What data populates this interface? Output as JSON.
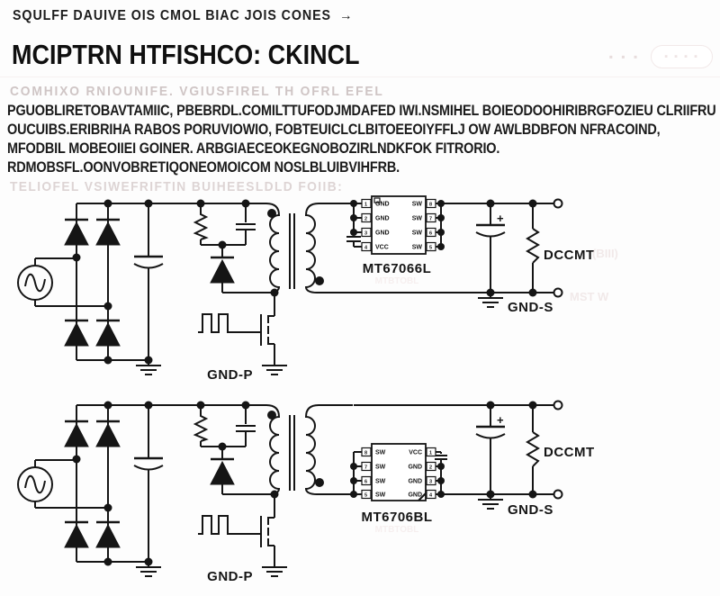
{
  "colors": {
    "ink": "#151515",
    "faint_text": "#cfc5c5",
    "ghost": "#eadddd"
  },
  "header": {
    "breadcrumb": "SQULFF DAUIVE OIS CMOL BIAC JOIS CONES",
    "breadcrumb_arrow": "→",
    "title": "MCIPTRN HTFISHCO: CKINCL",
    "subtitle": "COMHIXO RNIOUNIFE. VGIUSFIREL TH OFRL EFEL",
    "ghost_text": "▪ ▪ ▪",
    "ghost_button": "▪ ▪ ▪ ▪"
  },
  "paragraph": {
    "line1": "PGUOBLIRETOBAVTAMIIC, PBEBRDL.COMILTTUFODJMDAFED IWI.NSMIHEL BOIEODOOHIRIBRGFOZIEU CLRIIFRU",
    "line2": "OUCUIBS.ERIBRIHA RABOS PORUVIOWIO, FOBTEUICLCLBITOEEOIYFFLJ OW AWLBDBFON NFRACOIND,",
    "line3": "MFODBIL MOBEOIIEI GOINER. ARBGIAECEOKEGNOBOZIRLNDKFOK FITRORIO.",
    "line4": "RDMOBSFL.OONVOBRETIQONEOMOICOM NOSLBLUIBVIHFRB."
  },
  "note": "TELIOFEL VSIWEFRIFTIN BUIHEESLDLD FOIIB:",
  "schematic": {
    "plus_sign": "+",
    "circuits": [
      {
        "ic_label": "MT67066L",
        "left_pins": [
          {
            "num": "1",
            "label": "GND"
          },
          {
            "num": "2",
            "label": "GND"
          },
          {
            "num": "3",
            "label": "GND"
          },
          {
            "num": "4",
            "label": "VCC"
          }
        ],
        "right_pins": [
          {
            "num": "8",
            "label": "SW"
          },
          {
            "num": "7",
            "label": "SW"
          },
          {
            "num": "6",
            "label": "SW"
          },
          {
            "num": "5",
            "label": "SW"
          }
        ],
        "load_label": "DCCMT",
        "primary_ground": "GND-P",
        "secondary_ground": "GND-S"
      },
      {
        "ic_label": "MT6706BL",
        "left_pins": [
          {
            "num": "8",
            "label": "SW"
          },
          {
            "num": "7",
            "label": "SW"
          },
          {
            "num": "6",
            "label": "SW"
          },
          {
            "num": "5",
            "label": "SW"
          }
        ],
        "right_pins": [
          {
            "num": "1",
            "label": "VCC"
          },
          {
            "num": "2",
            "label": "GND"
          },
          {
            "num": "3",
            "label": "GND"
          },
          {
            "num": "4",
            "label": "GND"
          }
        ],
        "load_label": "DCCMT",
        "primary_ground": "GND-P",
        "secondary_ground": "GND-S"
      }
    ],
    "watermarks": [
      "(BIII)",
      "MST W",
      "MTBTOBL",
      "MTBTOBL"
    ]
  }
}
